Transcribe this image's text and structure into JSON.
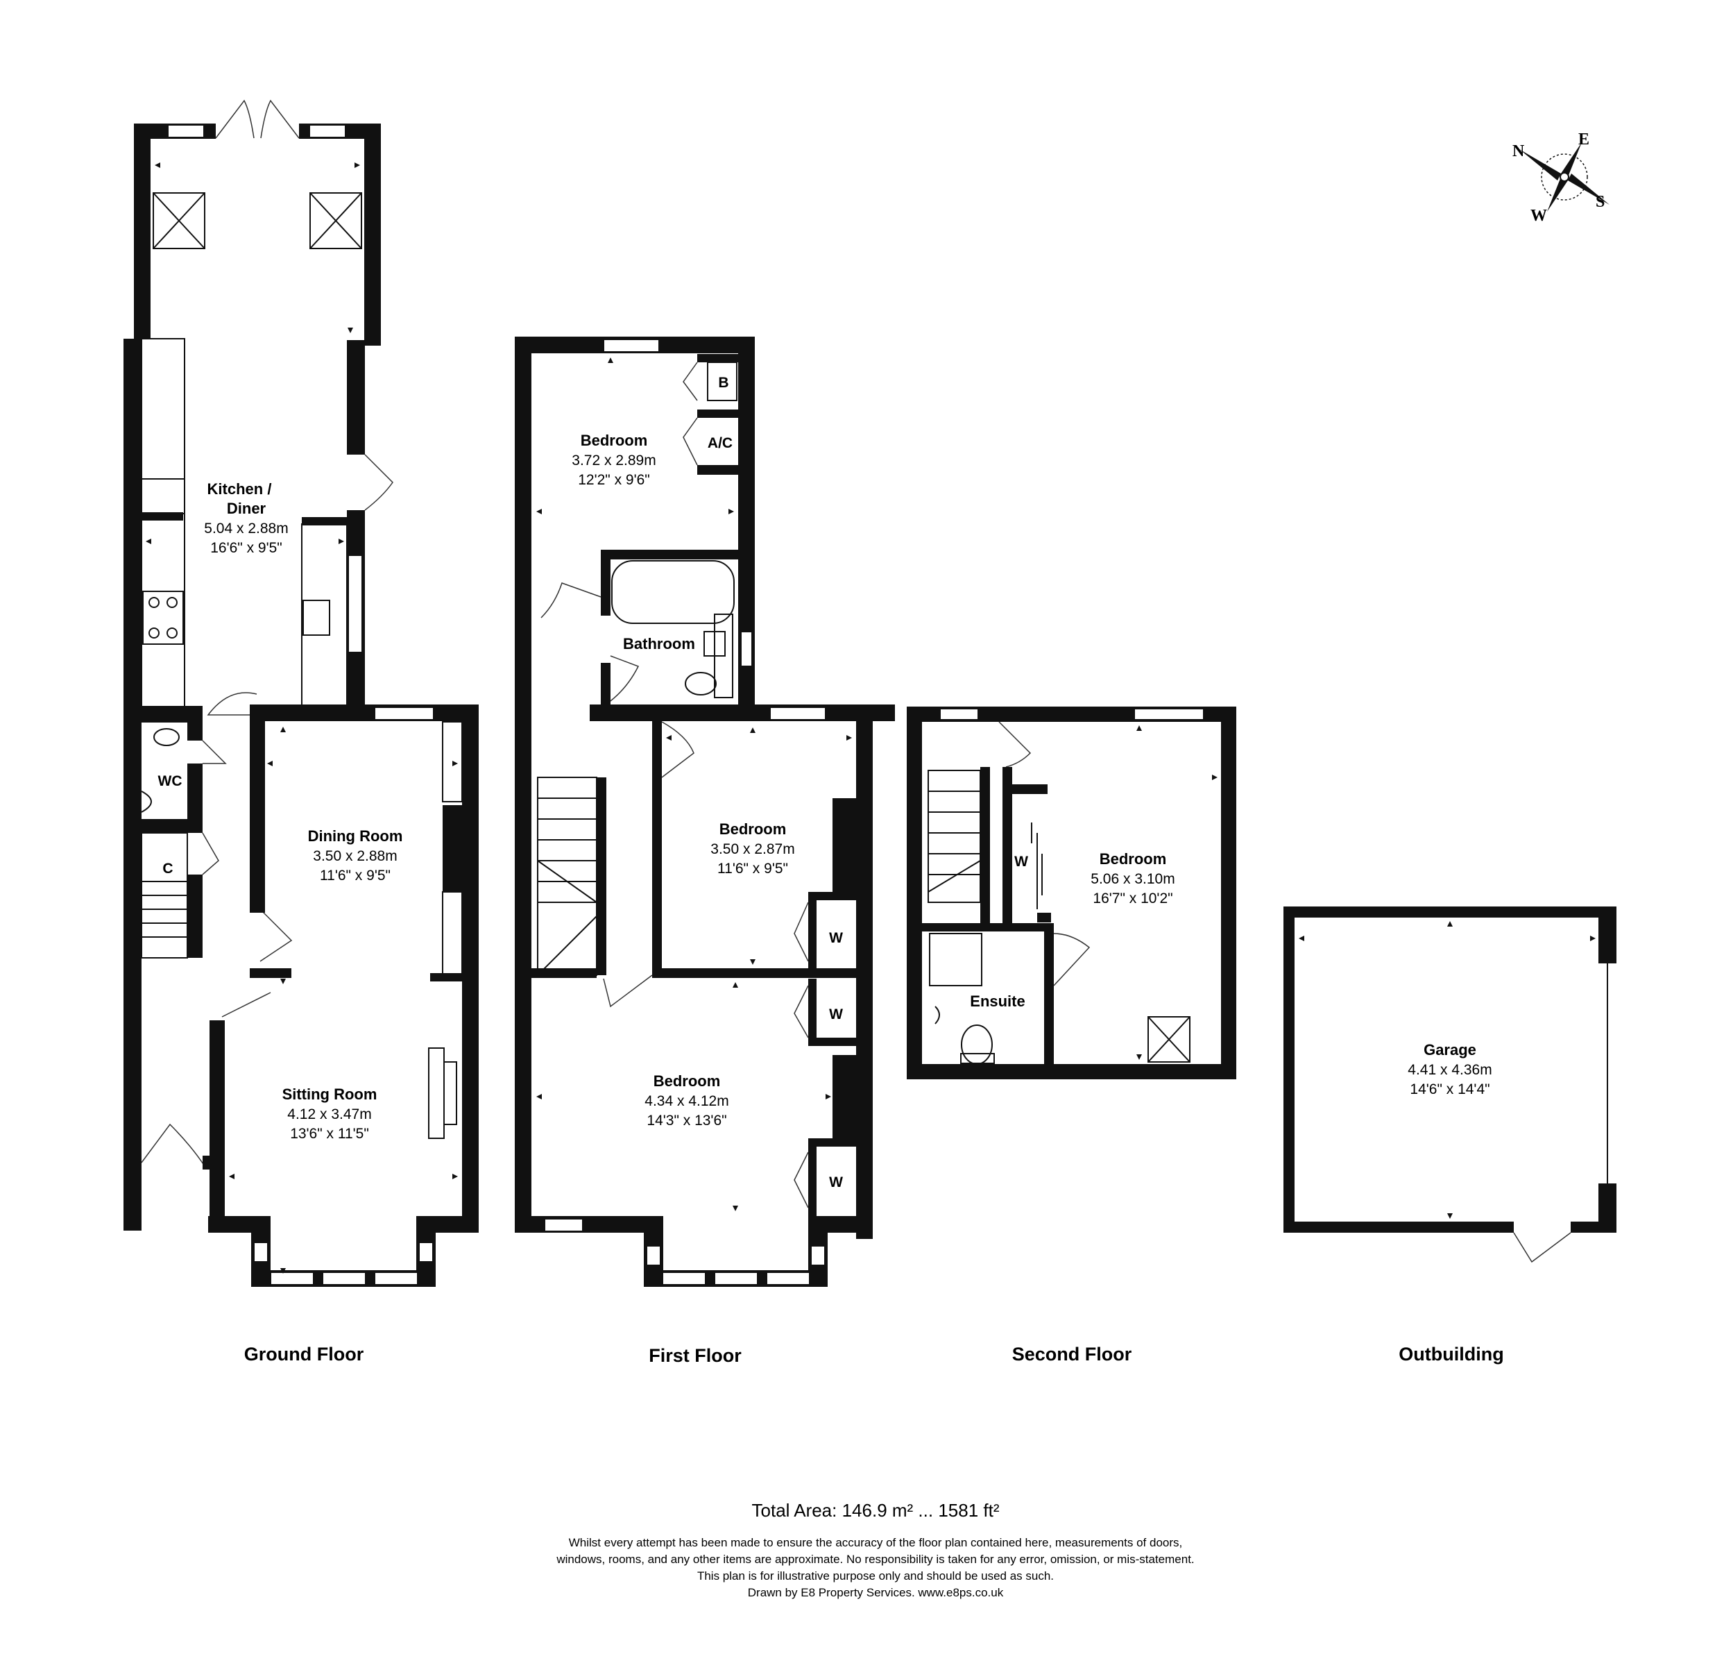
{
  "floors": {
    "ground": {
      "label": "Ground Floor",
      "rooms": {
        "kitchen": {
          "name_line1": "Kitchen /",
          "name_line2": "Diner",
          "metric": "5.04 x 2.88m",
          "imperial": "16'6\" x 9'5\""
        },
        "dining": {
          "name": "Dining Room",
          "metric": "3.50 x 2.88m",
          "imperial": "11'6\" x 9'5\""
        },
        "sitting": {
          "name": "Sitting Room",
          "metric": "4.12 x 3.47m",
          "imperial": "13'6\" x 11'5\""
        },
        "wc": {
          "name": "WC"
        },
        "cupboard": {
          "name": "C"
        }
      }
    },
    "first": {
      "label": "First Floor",
      "rooms": {
        "bedroom_rear": {
          "name": "Bedroom",
          "metric": "3.72 x 2.89m",
          "imperial": "12'2\" x 9'6\""
        },
        "bathroom": {
          "name": "Bathroom"
        },
        "bedroom_middle": {
          "name": "Bedroom",
          "metric": "3.50 x 2.87m",
          "imperial": "11'6\" x 9'5\""
        },
        "bedroom_front": {
          "name": "Bedroom",
          "metric": "4.34 x 4.12m",
          "imperial": "14'3\" x 13'6\""
        },
        "boiler": {
          "name": "B"
        },
        "airing": {
          "name": "A/C"
        },
        "wardrobe_1": {
          "name": "W"
        },
        "wardrobe_2": {
          "name": "W"
        },
        "wardrobe_3": {
          "name": "W"
        }
      }
    },
    "second": {
      "label": "Second Floor",
      "rooms": {
        "bedroom": {
          "name": "Bedroom",
          "metric": "5.06 x 3.10m",
          "imperial": "16'7\" x 10'2\""
        },
        "ensuite": {
          "name": "Ensuite"
        },
        "wardrobe": {
          "name": "W"
        }
      }
    },
    "outbuilding": {
      "label": "Outbuilding",
      "rooms": {
        "garage": {
          "name": "Garage",
          "metric": "4.41 x 4.36m",
          "imperial": "14'6\" x 14'4\""
        }
      }
    }
  },
  "compass": {
    "n": "N",
    "e": "E",
    "s": "S",
    "w": "W"
  },
  "footer": {
    "total_area": "Total Area: 146.9 m² ... 1581 ft²",
    "disclaimer_1": "Whilst every attempt has been made to ensure the accuracy of the floor plan contained here, measurements of doors,",
    "disclaimer_2": "windows, rooms, and any other items are approximate. No responsibility is taken for any error, omission, or mis-statement.",
    "disclaimer_3": "This plan is for illustrative purpose only and should be used as such.",
    "credit": "Drawn by E8 Property Services. www.e8ps.co.uk"
  }
}
